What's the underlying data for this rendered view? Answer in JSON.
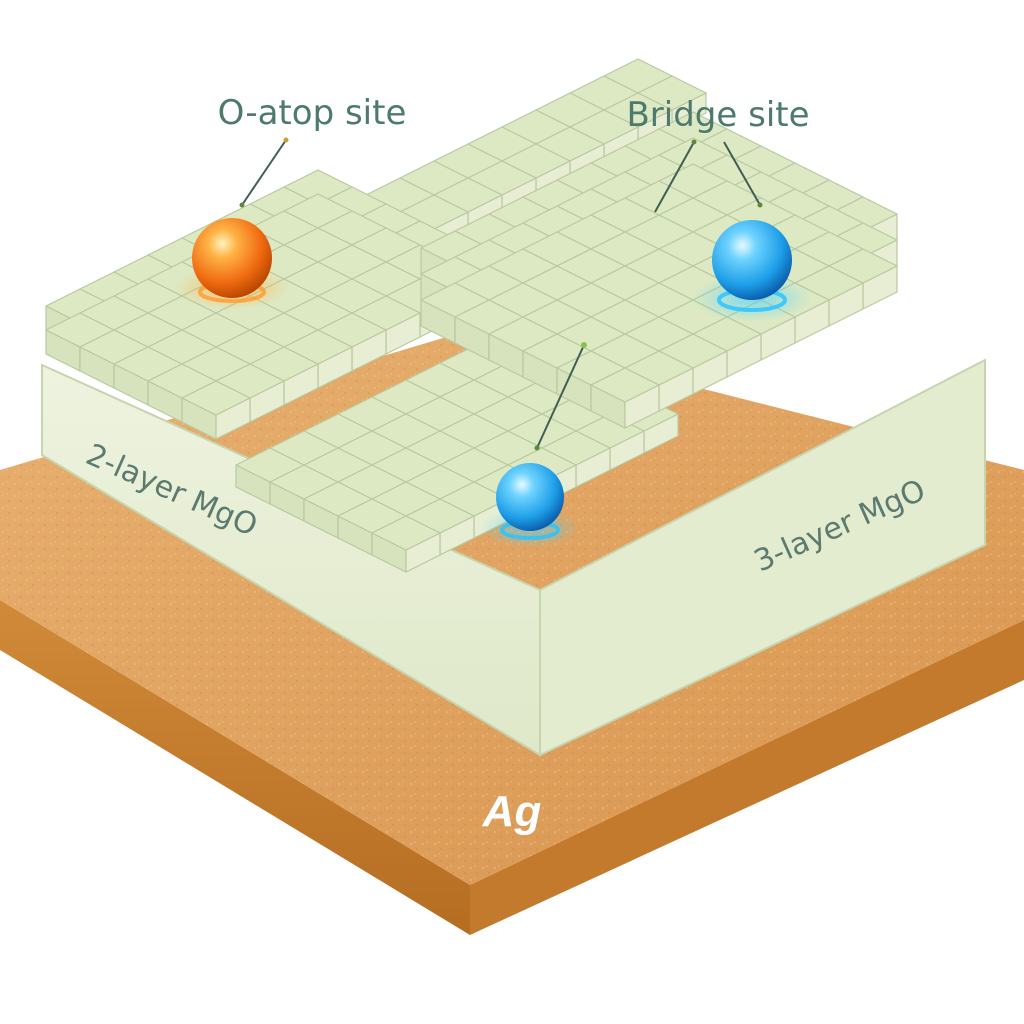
{
  "labels": {
    "o_atop": "O-atop site",
    "bridge": "Bridge site",
    "two_layer": "2-layer MgO",
    "three_layer": "3-layer MgO",
    "substrate": "Ag"
  },
  "colors": {
    "ag_top": "#e1a660",
    "ag_side": "#c9812f",
    "mgo_face": "#e9f0d6",
    "mgo_top": "#dde9c3",
    "mgo_edge": "#b9c9a0",
    "atom_orange": "#f06a10",
    "atom_blue": "#1e9fe8",
    "callout_text": "#4d7a6c",
    "leader_line": "#3f5f55"
  },
  "atoms": [
    {
      "name": "o-atop-atom",
      "color": "orange"
    },
    {
      "name": "bridge-atom-upper",
      "color": "blue"
    },
    {
      "name": "bridge-atom-lower",
      "color": "blue"
    }
  ]
}
